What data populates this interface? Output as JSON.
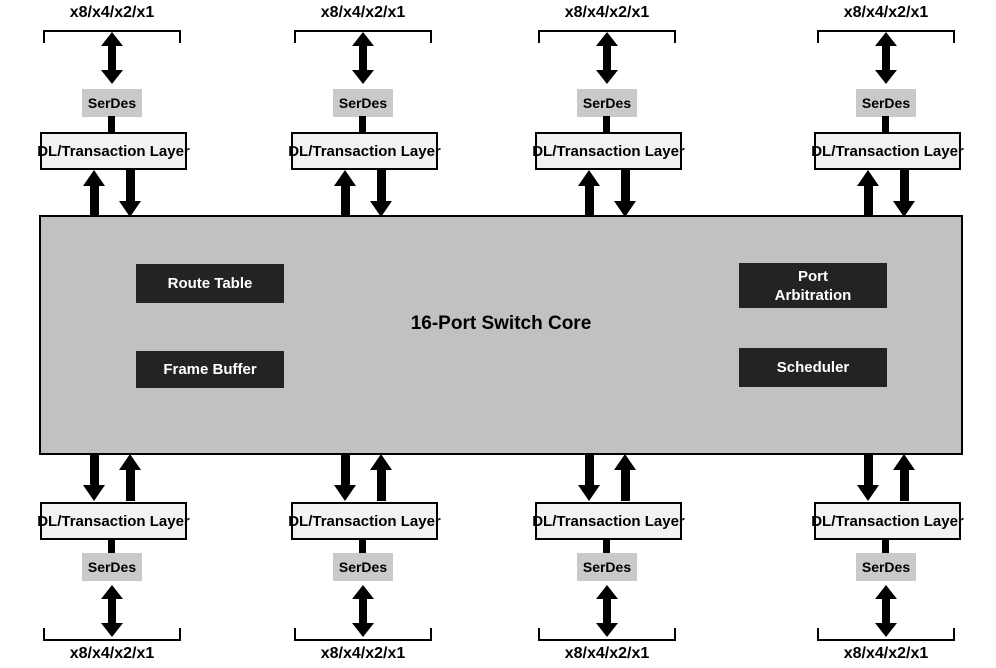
{
  "diagram": {
    "core": {
      "title": "16-Port Switch Core",
      "blocks": {
        "route_table": "Route Table",
        "frame_buffer": "Frame Buffer",
        "port_arbitration": "Port Arbitration",
        "scheduler": "Scheduler"
      }
    },
    "port": {
      "lane_label": "x8/x4/x2/x1",
      "serdes_label": "SerDes",
      "dl_label": "DL/Transaction Layer"
    },
    "colors": {
      "core_fill": "#c1c1c1",
      "serdes_fill": "#c9c9c9",
      "dl_fill": "#f2f2f2",
      "block_fill": "#232323",
      "block_text": "#ffffff",
      "line": "#000000"
    }
  }
}
